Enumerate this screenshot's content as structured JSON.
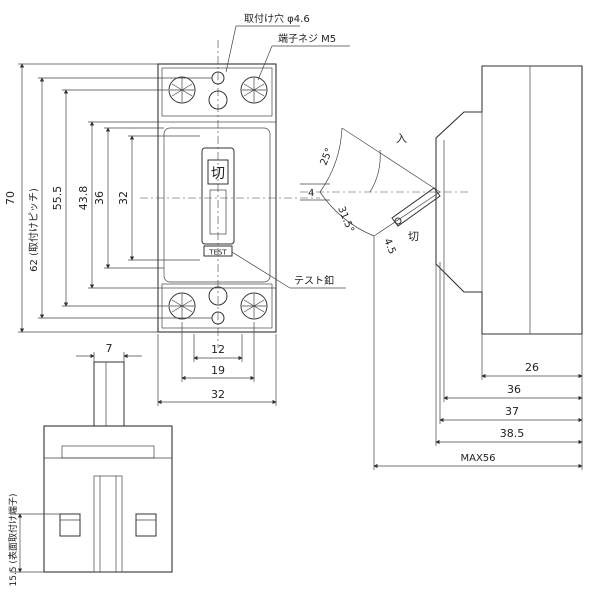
{
  "front_view": {
    "dims_vertical": [
      "70",
      "62 (取付けピッチ)",
      "55.5",
      "43.8",
      "36",
      "32"
    ],
    "dims_horizontal": [
      "12",
      "19",
      "32"
    ],
    "toggle_label": "切",
    "test_label": "TEST",
    "callouts": {
      "mount_hole": "取付け穴 φ4.6",
      "terminal_screw": "端子ネジ M5",
      "test_button": "テスト釦"
    }
  },
  "side_view": {
    "dim_offset": "4",
    "angle_upper": "25°",
    "angle_lower": "31.5°",
    "dim_handle": "4.5",
    "label_on": "入",
    "label_off": "切",
    "dims_depth": [
      "26",
      "36",
      "37",
      "38.5",
      "MAX56"
    ]
  },
  "bottom_view": {
    "dim_width": "7",
    "dim_height": "15.5 (表面取付け端子)"
  }
}
